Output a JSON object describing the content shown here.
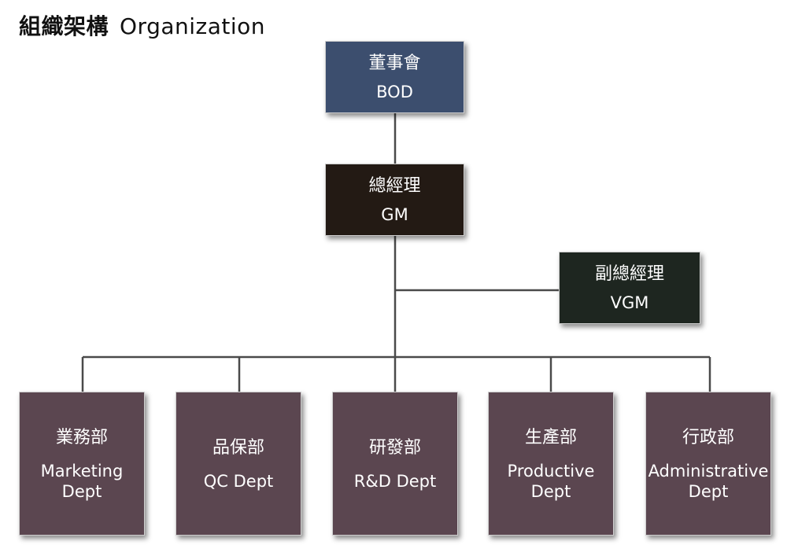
{
  "header": {
    "title_zh": "組織架構",
    "title_en": "Organization"
  },
  "colors": {
    "bod": "#3c4e6e",
    "gm": "#231a14",
    "vgm": "#1e2620",
    "dept": "#5b4650",
    "line": "#4a4a4a"
  },
  "nodes": {
    "bod": {
      "zh": "董事會",
      "en": "BOD"
    },
    "gm": {
      "zh": "總經理",
      "en": "GM"
    },
    "vgm": {
      "zh": "副總經理",
      "en": "VGM"
    },
    "departments": [
      {
        "zh": "業務部",
        "en": "Marketing\nDept"
      },
      {
        "zh": "品保部",
        "en": "QC Dept"
      },
      {
        "zh": "研發部",
        "en": "R&D Dept"
      },
      {
        "zh": "生產部",
        "en": "Productive\nDept"
      },
      {
        "zh": "行政部",
        "en": "Administrative\nDept"
      }
    ]
  }
}
